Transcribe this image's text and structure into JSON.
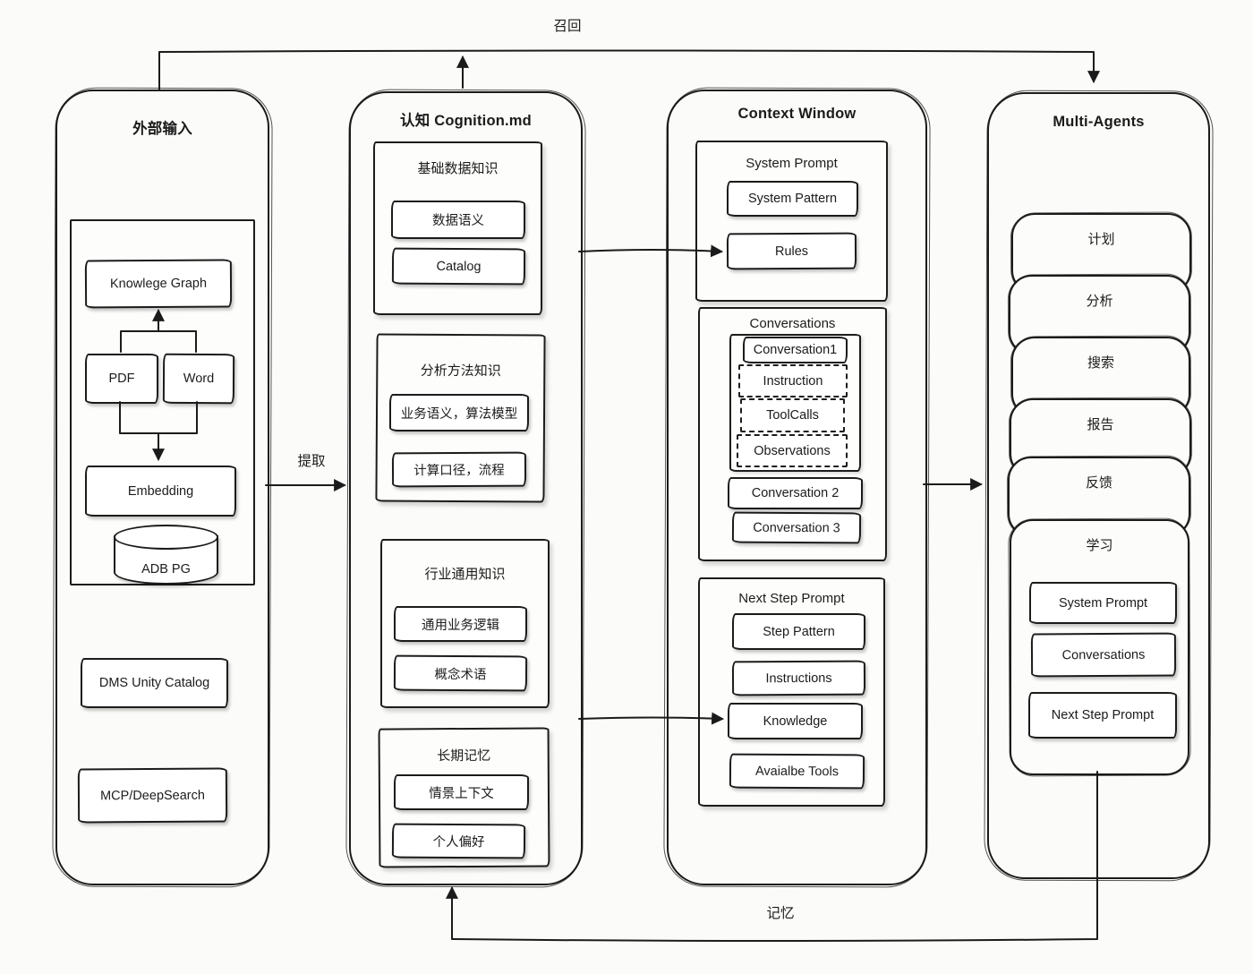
{
  "colors": {
    "ink": "#1b1b1b",
    "background": "#fbfbf9"
  },
  "flow_labels": {
    "recall": "召回",
    "extract": "提取",
    "memory": "记忆"
  },
  "external_input": {
    "title": "外部输入",
    "knowledge_graph": "Knowlege Graph",
    "pdf": "PDF",
    "word": "Word",
    "embedding": "Embedding",
    "adb_pg": "ADB PG",
    "dms_unity_catalog": "DMS Unity Catalog",
    "mcp_deepsearch": "MCP/DeepSearch"
  },
  "cognition": {
    "title": "认知 Cognition.md",
    "groups": [
      {
        "title": "基础数据知识",
        "items": [
          "数据语义",
          "Catalog"
        ]
      },
      {
        "title": "分析方法知识",
        "items": [
          "业务语义，算法模型",
          "计算口径，流程"
        ]
      },
      {
        "title": "行业通用知识",
        "items": [
          "通用业务逻辑",
          "概念术语"
        ]
      },
      {
        "title": "长期记忆",
        "items": [
          "情景上下文",
          "个人偏好"
        ]
      }
    ]
  },
  "context_window": {
    "title": "Context Window",
    "system_prompt": {
      "title": "System Prompt",
      "items": [
        "System Pattern",
        "Rules"
      ]
    },
    "conversations": {
      "title": "Conversations",
      "conversation1": "Conversation1",
      "turn_parts": [
        "Instruction",
        "ToolCalls",
        "Observations"
      ],
      "others": [
        "Conversation 2",
        "Conversation 3"
      ]
    },
    "next_step_prompt": {
      "title": "Next Step Prompt",
      "items": [
        "Step Pattern",
        "Instructions",
        "Knowledge",
        "Avaialbe Tools"
      ]
    }
  },
  "multi_agents": {
    "title": "Multi-Agents",
    "agents": [
      "计划",
      "分析",
      "搜索",
      "报告",
      "反馈",
      "学习"
    ],
    "learning_contents": [
      "System Prompt",
      "Conversations",
      "Next Step Prompt"
    ]
  }
}
